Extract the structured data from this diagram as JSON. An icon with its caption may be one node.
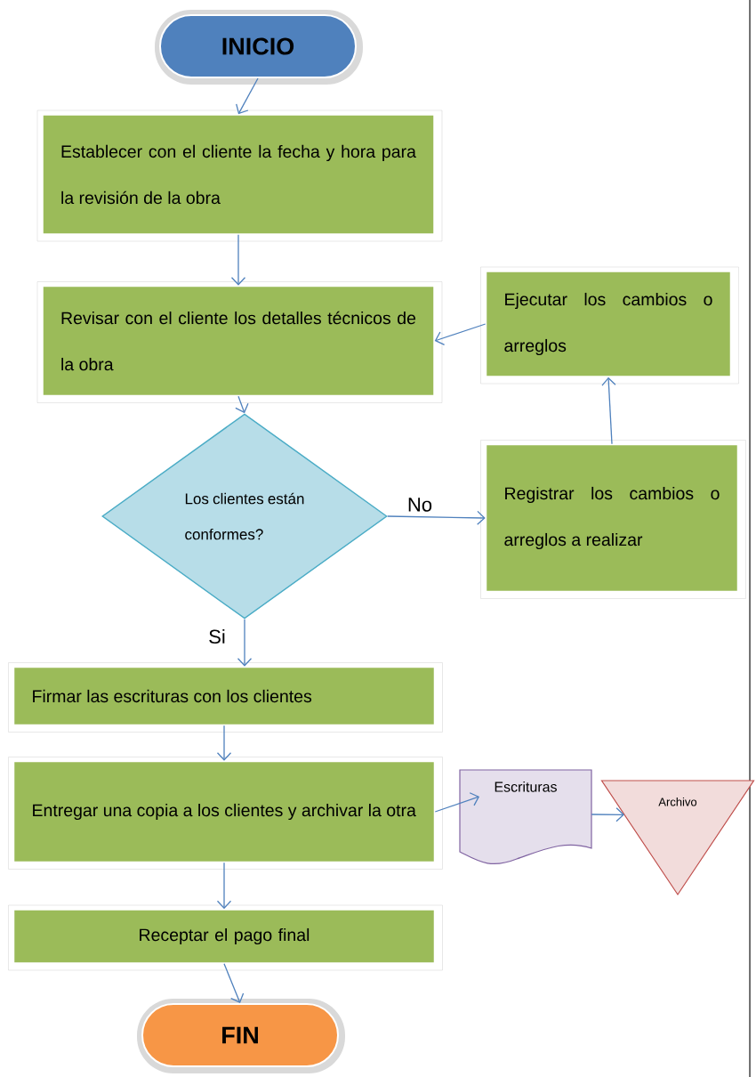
{
  "diagram": {
    "nodes": [
      {
        "text": [
          "INICIO"
        ]
      },
      {
        "text": [
          "Establecer con el cliente la fecha y hora para la revisión de la obra"
        ]
      },
      {
        "text": [
          "Revisar con el cliente los detalles técnicos de la obra"
        ]
      },
      {
        "text": [
          "Ejecutar los cambios o arreglos"
        ]
      },
      {
        "text": [
          "Los clientes están conformes?"
        ]
      },
      {
        "text": [
          "Registrar los cambios o arreglos a realizar"
        ]
      },
      {
        "text": [
          "Firmar las escrituras con los clientes"
        ]
      },
      {
        "text": [
          "Entregar una copia a los clientes y archivar la otra"
        ]
      },
      {
        "text": [
          "Escrituras"
        ]
      },
      {
        "text": [
          "Archivo"
        ]
      },
      {
        "text": [
          "Receptar el pago final"
        ]
      },
      {
        "text": [
          "FIN"
        ]
      }
    ],
    "edges": [
      {
        "from": 0,
        "to": 1,
        "arrow": "to"
      },
      {
        "from": 1,
        "to": 2,
        "arrow": "to"
      },
      {
        "from": 2,
        "to": 4,
        "arrow": "to"
      },
      {
        "from": 4,
        "to": 5,
        "arrow": "to",
        "label": "No"
      },
      {
        "from": 5,
        "to": 3,
        "arrow": "to"
      },
      {
        "from": 3,
        "to": 2,
        "arrow": "to"
      },
      {
        "from": 4,
        "to": 6,
        "arrow": "to",
        "label": "Si"
      },
      {
        "from": 6,
        "to": 7,
        "arrow": "to"
      },
      {
        "from": 7,
        "to": 8,
        "arrow": "to"
      },
      {
        "from": 8,
        "to": 9,
        "arrow": "to"
      },
      {
        "from": 7,
        "to": 10,
        "arrow": "to"
      },
      {
        "from": 10,
        "to": 11,
        "arrow": "to"
      }
    ]
  }
}
